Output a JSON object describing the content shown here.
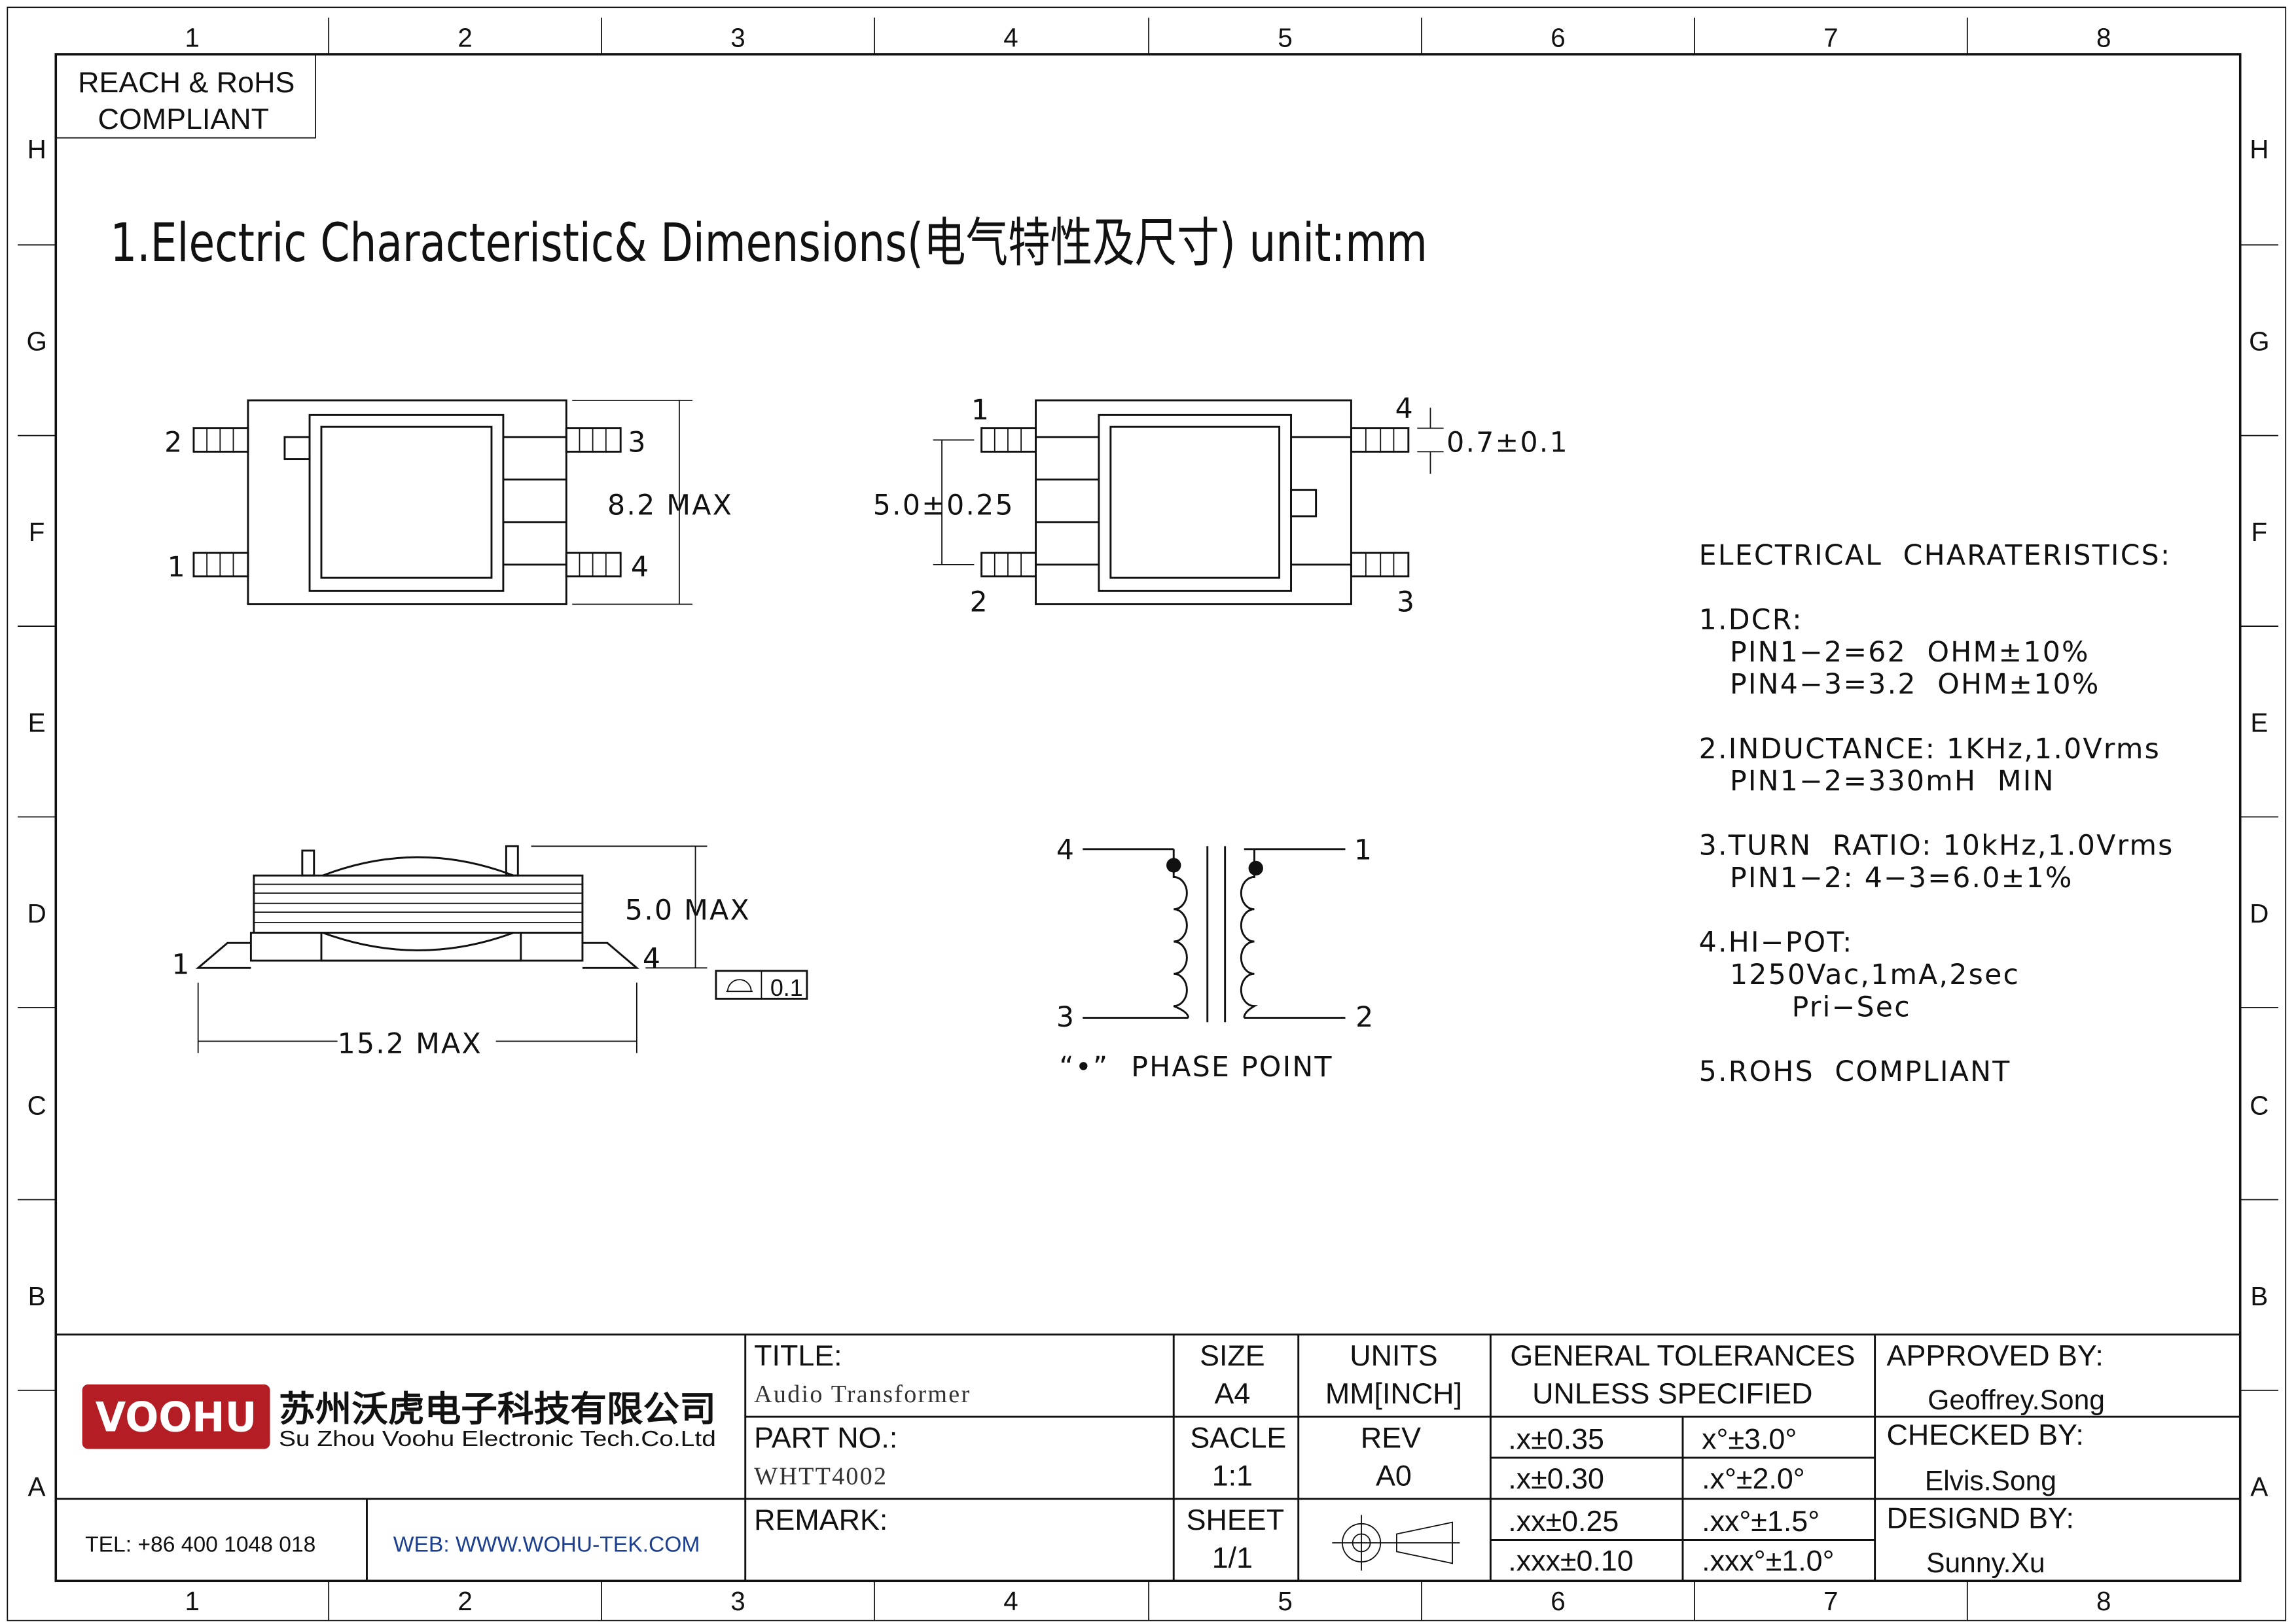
{
  "sheet": {
    "column_labels": [
      "1",
      "2",
      "3",
      "4",
      "5",
      "6",
      "7",
      "8"
    ],
    "row_labels": [
      "H",
      "G",
      "F",
      "E",
      "D",
      "C",
      "B",
      "A"
    ]
  },
  "compliance_box": {
    "line1": "REACH & RoHS",
    "line2": "COMPLIANT"
  },
  "heading": "1.Electric Characteristic& Dimensions(电气特性及尺寸) unit:mm",
  "top_view_left": {
    "pins": [
      "2",
      "3",
      "1",
      "4"
    ],
    "dimension": "8.2  MAX"
  },
  "top_view_right": {
    "pins": [
      "1",
      "4",
      "2",
      "3"
    ],
    "dimension_pitch": "5.0±0.25",
    "dimension_pin": "0.7±0.1"
  },
  "side_view": {
    "pin_left": "1",
    "pin_right": "4",
    "height": "5.0  MAX",
    "length": "15.2  MAX",
    "flatness": "0.1"
  },
  "schematic": {
    "pins": [
      "4",
      "1",
      "3",
      "2"
    ],
    "caption_dot": "“•”",
    "caption": "PHASE   POINT"
  },
  "electrical": {
    "heading": "ELECTRICAL  CHARATERISTICS:",
    "lines": [
      "1.DCR:",
      "   PIN1−2=62  OHM±10%",
      "   PIN4−3=3.2  OHM±10%",
      "2.INDUCTANCE: 1KHz,1.0Vrms",
      "   PIN1−2=330mH  MIN",
      "3.TURN  RATIO: 10kHz,1.0Vrms",
      "   PIN1−2: 4−3=6.0±1%",
      "4.HI−POT:",
      "   1250Vac,1mA,2sec",
      "         Pri−Sec",
      "5.ROHS  COMPLIANT"
    ]
  },
  "title_block": {
    "logo_text": "VOOHU",
    "company_cn": "苏州沃虎电子科技有限公司",
    "company_en": "Su Zhou Voohu Electronic Tech.Co.Ltd",
    "tel": "TEL: +86 400 1048 018",
    "web": "WEB: WWW.WOHU-TEK.COM",
    "title_label": "TITLE:",
    "title_value": "Audio Transformer",
    "part_label": "PART NO.:",
    "part_value": "WHTT4002",
    "remark_label": "REMARK:",
    "size_label": "SIZE",
    "size_value": "A4",
    "units_label": "UNITS",
    "units_value": "MM[INCH]",
    "scale_label": "SACLE",
    "scale_value": "1:1",
    "rev_label": "REV",
    "rev_value": "A0",
    "sheet_label": "SHEET",
    "sheet_value": "1/1",
    "tol_heading1": "GENERAL TOLERANCES",
    "tol_heading2": "UNLESS SPECIFIED",
    "tolerances": [
      [
        ".x±0.35",
        "x°±3.0°"
      ],
      [
        ".x±0.30",
        ".x°±2.0°"
      ],
      [
        ".xx±0.25",
        ".xx°±1.5°"
      ],
      [
        ".xxx±0.10",
        ".xxx°±1.0°"
      ]
    ],
    "approved_label": "APPROVED BY:",
    "approved_value": "Geoffrey.Song",
    "checked_label": "CHECKED BY:",
    "checked_value": "Elvis.Song",
    "designed_label": "DESIGND BY:",
    "designed_value": "Sunny.Xu"
  },
  "colors": {
    "logo_red": "#b51d24",
    "web_blue": "#1c3f8f"
  }
}
